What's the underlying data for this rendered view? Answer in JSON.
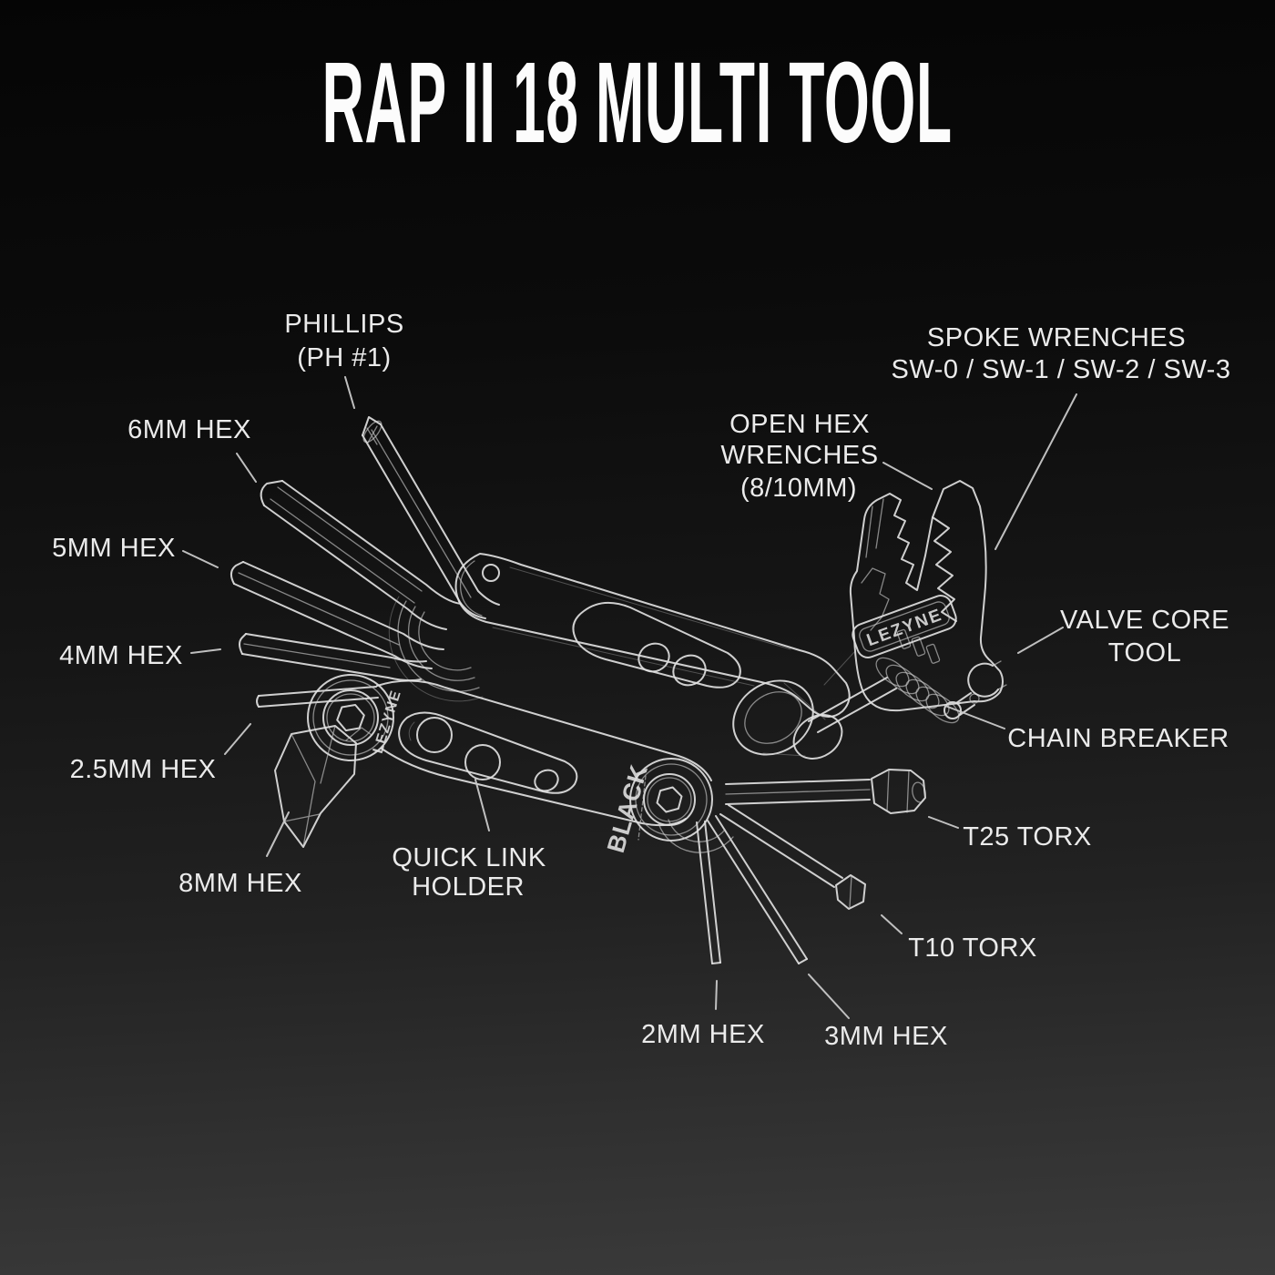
{
  "title": "RAP II 18 MULTI TOOL",
  "colors": {
    "background_top": "#060606",
    "background_bottom": "#3b3b3b",
    "line_art": "#e0e0e0",
    "label_text": "#ebebeb",
    "title_text": "#fcfcfc"
  },
  "brand": {
    "arm_logo": "LEZYNE",
    "head_logo": "LEZYNE",
    "edition_logo": "BLACK"
  },
  "callouts": {
    "phillips": {
      "lines": [
        "PHILLIPS",
        "(PH #1)"
      ]
    },
    "hex6": {
      "lines": [
        "6MM HEX"
      ]
    },
    "hex5": {
      "lines": [
        "5MM HEX"
      ]
    },
    "hex4": {
      "lines": [
        "4MM HEX"
      ]
    },
    "hex25": {
      "lines": [
        "2.5MM HEX"
      ]
    },
    "hex8": {
      "lines": [
        "8MM HEX"
      ]
    },
    "spoke": {
      "lines": [
        "SPOKE WRENCHES",
        "SW-0 / SW-1 / SW-2 / SW-3"
      ]
    },
    "openhex": {
      "lines": [
        "OPEN HEX",
        "WRENCHES",
        "(8/10MM)"
      ]
    },
    "valvecore": {
      "lines": [
        "VALVE CORE",
        "TOOL"
      ]
    },
    "chainbreaker": {
      "lines": [
        "CHAIN BREAKER"
      ]
    },
    "t25": {
      "lines": [
        "T25 TORX"
      ]
    },
    "t10": {
      "lines": [
        "T10 TORX"
      ]
    },
    "quicklink": {
      "lines": [
        "QUICK LINK",
        "HOLDER"
      ]
    },
    "hex2": {
      "lines": [
        "2MM HEX"
      ]
    },
    "hex3": {
      "lines": [
        "3MM HEX"
      ]
    }
  }
}
